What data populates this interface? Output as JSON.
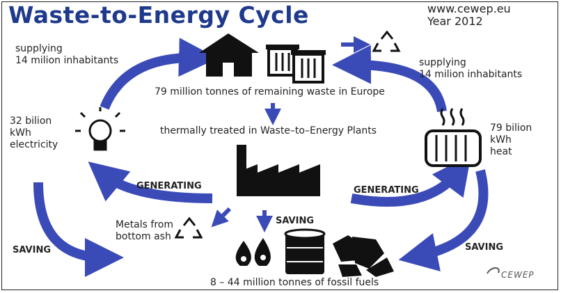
{
  "title": "Waste-to-Energy Cycle",
  "source": {
    "url": "www.cewep.eu",
    "year": "Year 2012"
  },
  "nodes": {
    "waste": "79 million tonnes of remaining waste in Europe",
    "plants": "thermally treated in Waste–to–Energy Plants",
    "electricity_value": "32 bilion",
    "electricity_unit": "kWh",
    "electricity_label": "electricity",
    "heat_value": "79 bilion",
    "heat_unit": "kWh",
    "heat_label": "heat",
    "metals_line1": "Metals from",
    "metals_line2": "bottom ash",
    "fossil": "8 – 44 million tonnes of fossil fuels"
  },
  "edges": {
    "supplying_left_1": "supplying",
    "supplying_left_2": "14 milion inhabitants",
    "supplying_right_1": "supplying",
    "supplying_right_2": "14 milion inhabitants",
    "generating_left": "GENERATING",
    "generating_right": "GENERATING",
    "saving_center": "SAVING",
    "saving_left": "SAVING",
    "saving_right": "SAVING"
  },
  "brand": "CEWEP",
  "colors": {
    "title": "#1f3a8c",
    "arrow": "#3a4bb8",
    "icon": "#111111"
  }
}
